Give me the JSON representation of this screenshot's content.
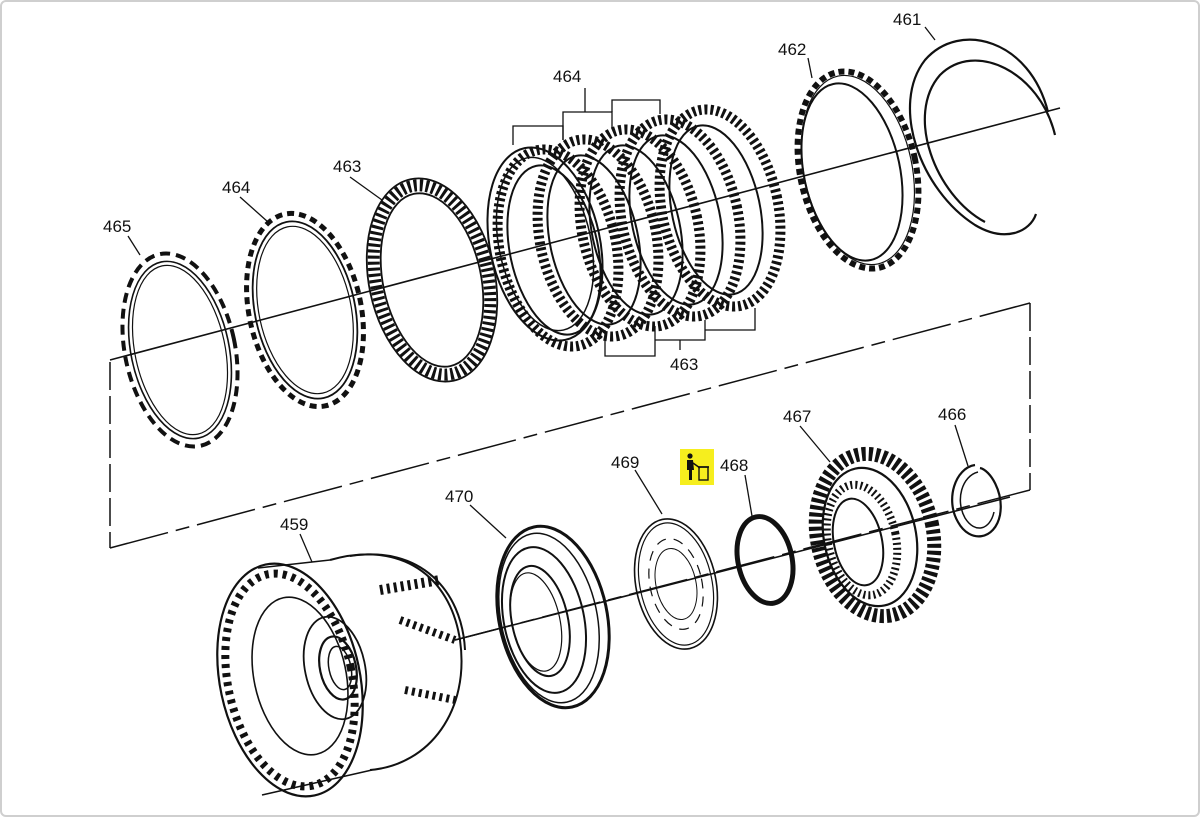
{
  "callouts": {
    "c461": "461",
    "c462": "462",
    "c463_top": "463",
    "c463_bottom": "463",
    "c464_top": "464",
    "c464_left": "464",
    "c465": "465",
    "c466": "466",
    "c467": "467",
    "c468": "468",
    "c469": "469",
    "c470": "470",
    "c459": "459"
  },
  "icons": {
    "disposal": "trash-disposal-icon"
  },
  "colors": {
    "highlight": "#f6ee1e",
    "line": "#111111"
  }
}
